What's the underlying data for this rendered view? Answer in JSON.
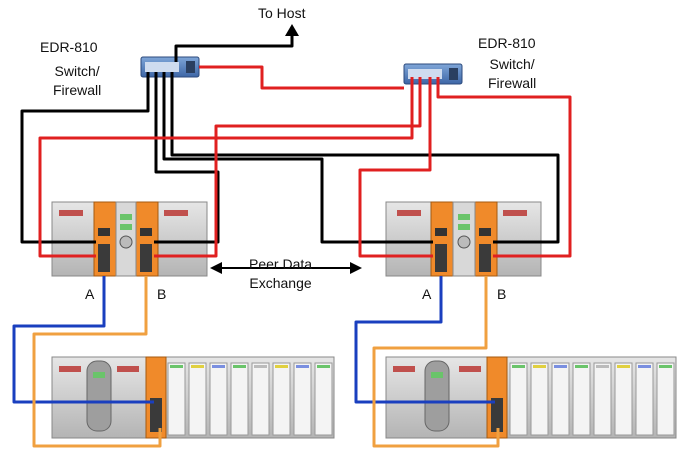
{
  "labels": {
    "to_host": "To Host",
    "left_switch_model": "EDR-810",
    "left_switch_role": "Switch/\nFirewall",
    "right_switch_model": "EDR-810",
    "right_switch_role": "Switch/\nFirewall",
    "peer_exchange": "Peer Data\nExchange",
    "left_port_a": "A",
    "left_port_b": "B",
    "right_port_a": "A",
    "right_port_b": "B"
  },
  "colors": {
    "host_cable": "#000000",
    "red_cable": "#e02020",
    "blue_cable": "#1a3fbf",
    "orange_cable": "#f0a040",
    "processor_orange": "#f08a2a",
    "rack_gray": "#c8c8c8",
    "switch_blue": "#4a78b8"
  }
}
